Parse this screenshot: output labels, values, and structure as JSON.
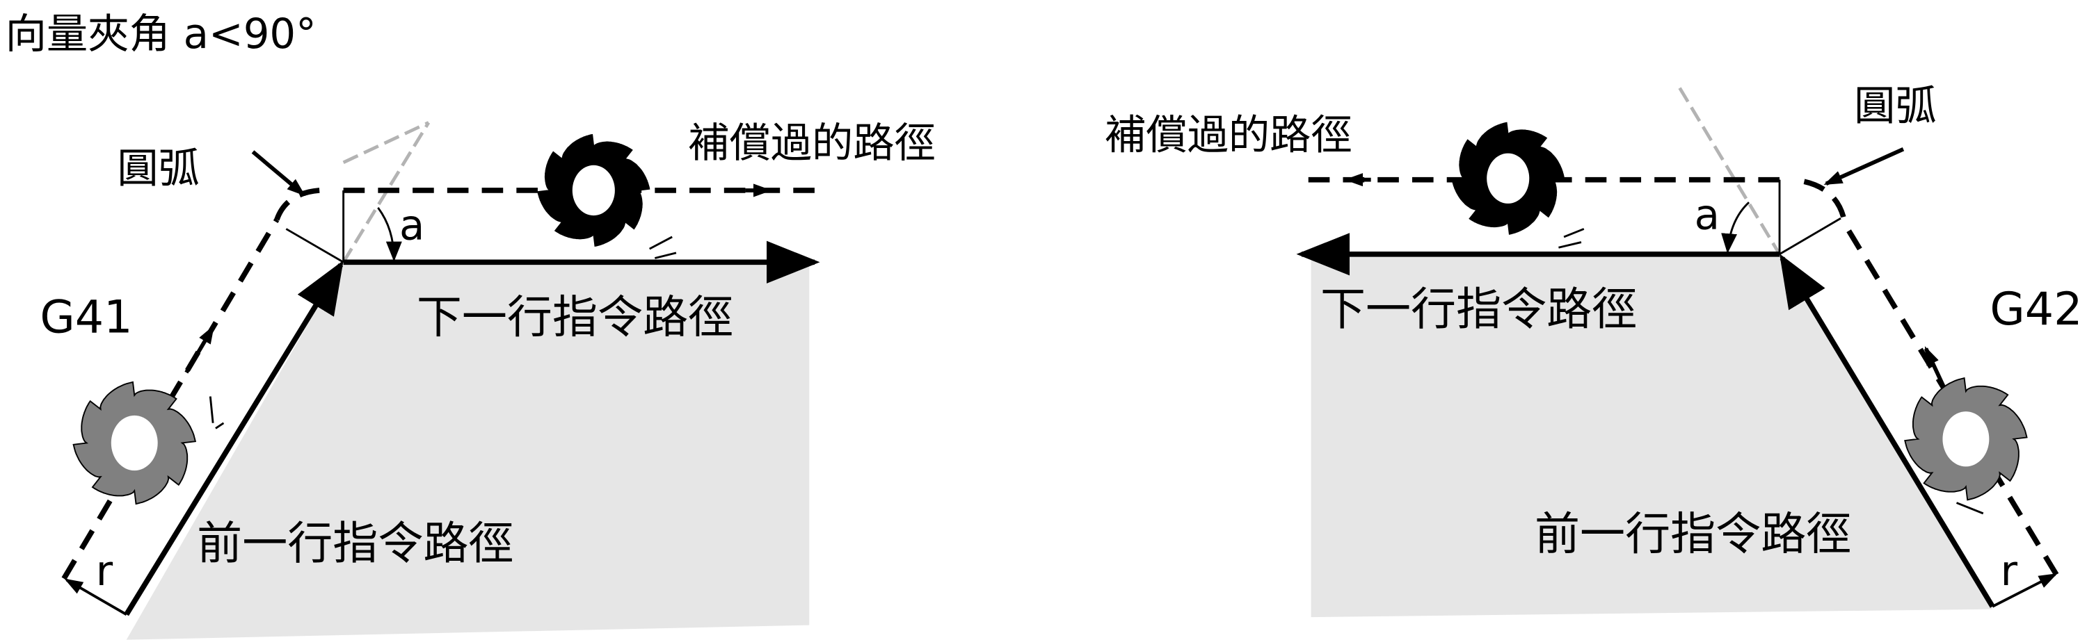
{
  "title": "向量夾角 a<90°",
  "colors": {
    "workpiece": "#e6e6e6",
    "cutter_active": "#000000",
    "cutter_prev": "#808080",
    "extension_line": "#b3b3b3"
  },
  "left": {
    "mode": "G41",
    "arc_label": "圓弧",
    "compensated_path_label": "補償過的路徑",
    "next_path_label": "下一行指令路徑",
    "prev_path_label": "前一行指令路徑",
    "angle_label": "a",
    "radius_label": "r"
  },
  "right": {
    "mode": "G42",
    "arc_label": "圓弧",
    "compensated_path_label": "補償過的路徑",
    "next_path_label": "下一行指令路徑",
    "prev_path_label": "前一行指令路徑",
    "angle_label": "a",
    "radius_label": "r"
  }
}
